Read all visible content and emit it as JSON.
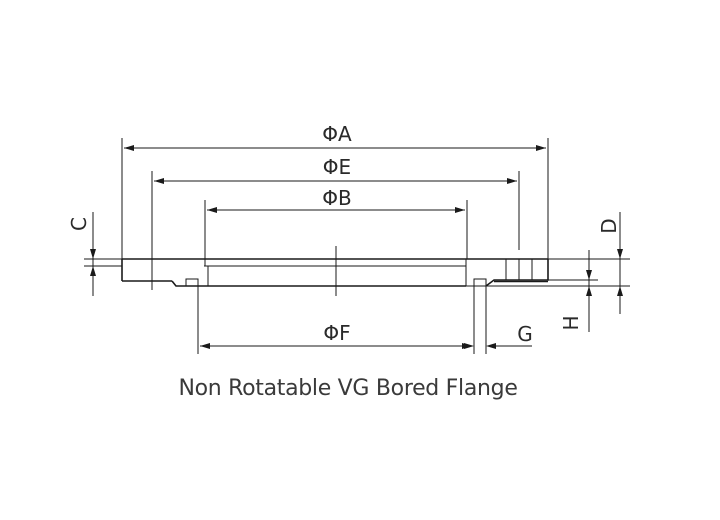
{
  "labels": {
    "dim_a": "ΦA",
    "dim_e": "ΦE",
    "dim_b": "ΦB",
    "dim_f": "ΦF",
    "dim_c": "C",
    "dim_d": "D",
    "dim_g": "G",
    "dim_h": "H"
  },
  "caption": "Non Rotatable VG Bored Flange",
  "colors": {
    "ink": "#1a1a1a",
    "text": "#3a3a3a",
    "background": "#ffffff"
  }
}
